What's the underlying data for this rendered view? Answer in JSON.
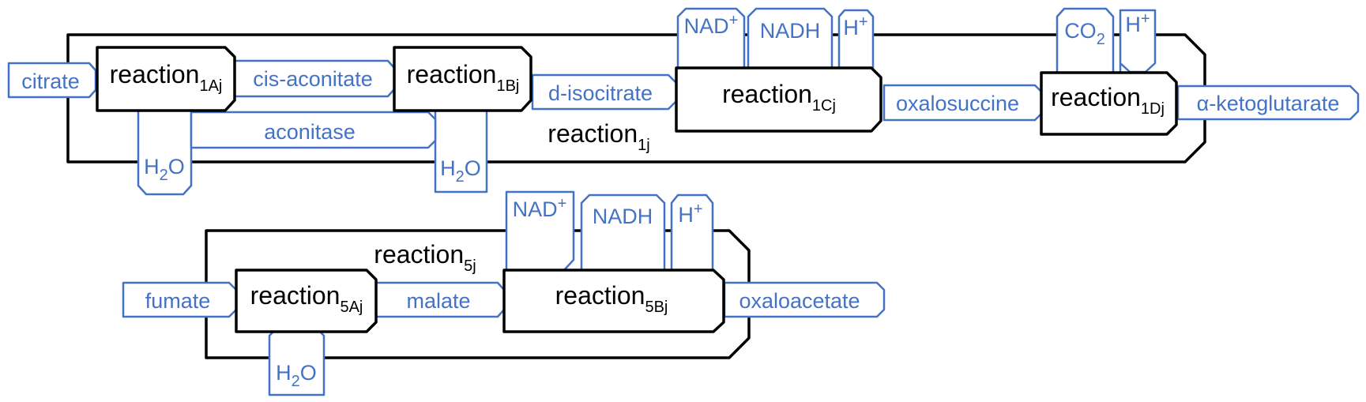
{
  "colors": {
    "metabolite": "#4472C4",
    "reaction": "#000000"
  },
  "reaction_1": {
    "label": "reaction",
    "sub": "1j",
    "steps": [
      {
        "label": "reaction",
        "sub": "1Aj"
      },
      {
        "label": "reaction",
        "sub": "1Bj"
      },
      {
        "label": "reaction",
        "sub": "1Cj"
      },
      {
        "label": "reaction",
        "sub": "1Dj"
      }
    ],
    "metabolites": {
      "citrate": "citrate",
      "cis_aconitate": "cis-aconitate",
      "d_isocitrate": "d-isocitrate",
      "oxalosuccine": "oxalosuccine",
      "alpha_ketoglutarate": "α-ketoglutarate",
      "aconitase": "aconitase",
      "nad": {
        "base": "NAD",
        "sup": "+"
      },
      "nadh": "NADH",
      "h_1c": {
        "base": "H",
        "sup": "+"
      },
      "co2": {
        "base": "CO",
        "sub": "2"
      },
      "h_1d": {
        "base": "H",
        "sup": "+"
      },
      "h2o_a": {
        "a": "H",
        "sub": "2",
        "b": "O"
      },
      "h2o_b": {
        "a": "H",
        "sub": "2",
        "b": "O"
      }
    }
  },
  "reaction_5": {
    "label": "reaction",
    "sub": "5j",
    "steps": [
      {
        "label": "reaction",
        "sub": "5Aj"
      },
      {
        "label": "reaction",
        "sub": "5Bj"
      }
    ],
    "metabolites": {
      "fumate": "fumate",
      "malate": "malate",
      "oxaloacetate": "oxaloacetate",
      "nad": {
        "base": "NAD",
        "sup": "+"
      },
      "nadh": "NADH",
      "h": {
        "base": "H",
        "sup": "+"
      },
      "h2o": {
        "a": "H",
        "sub": "2",
        "b": "O"
      }
    }
  }
}
